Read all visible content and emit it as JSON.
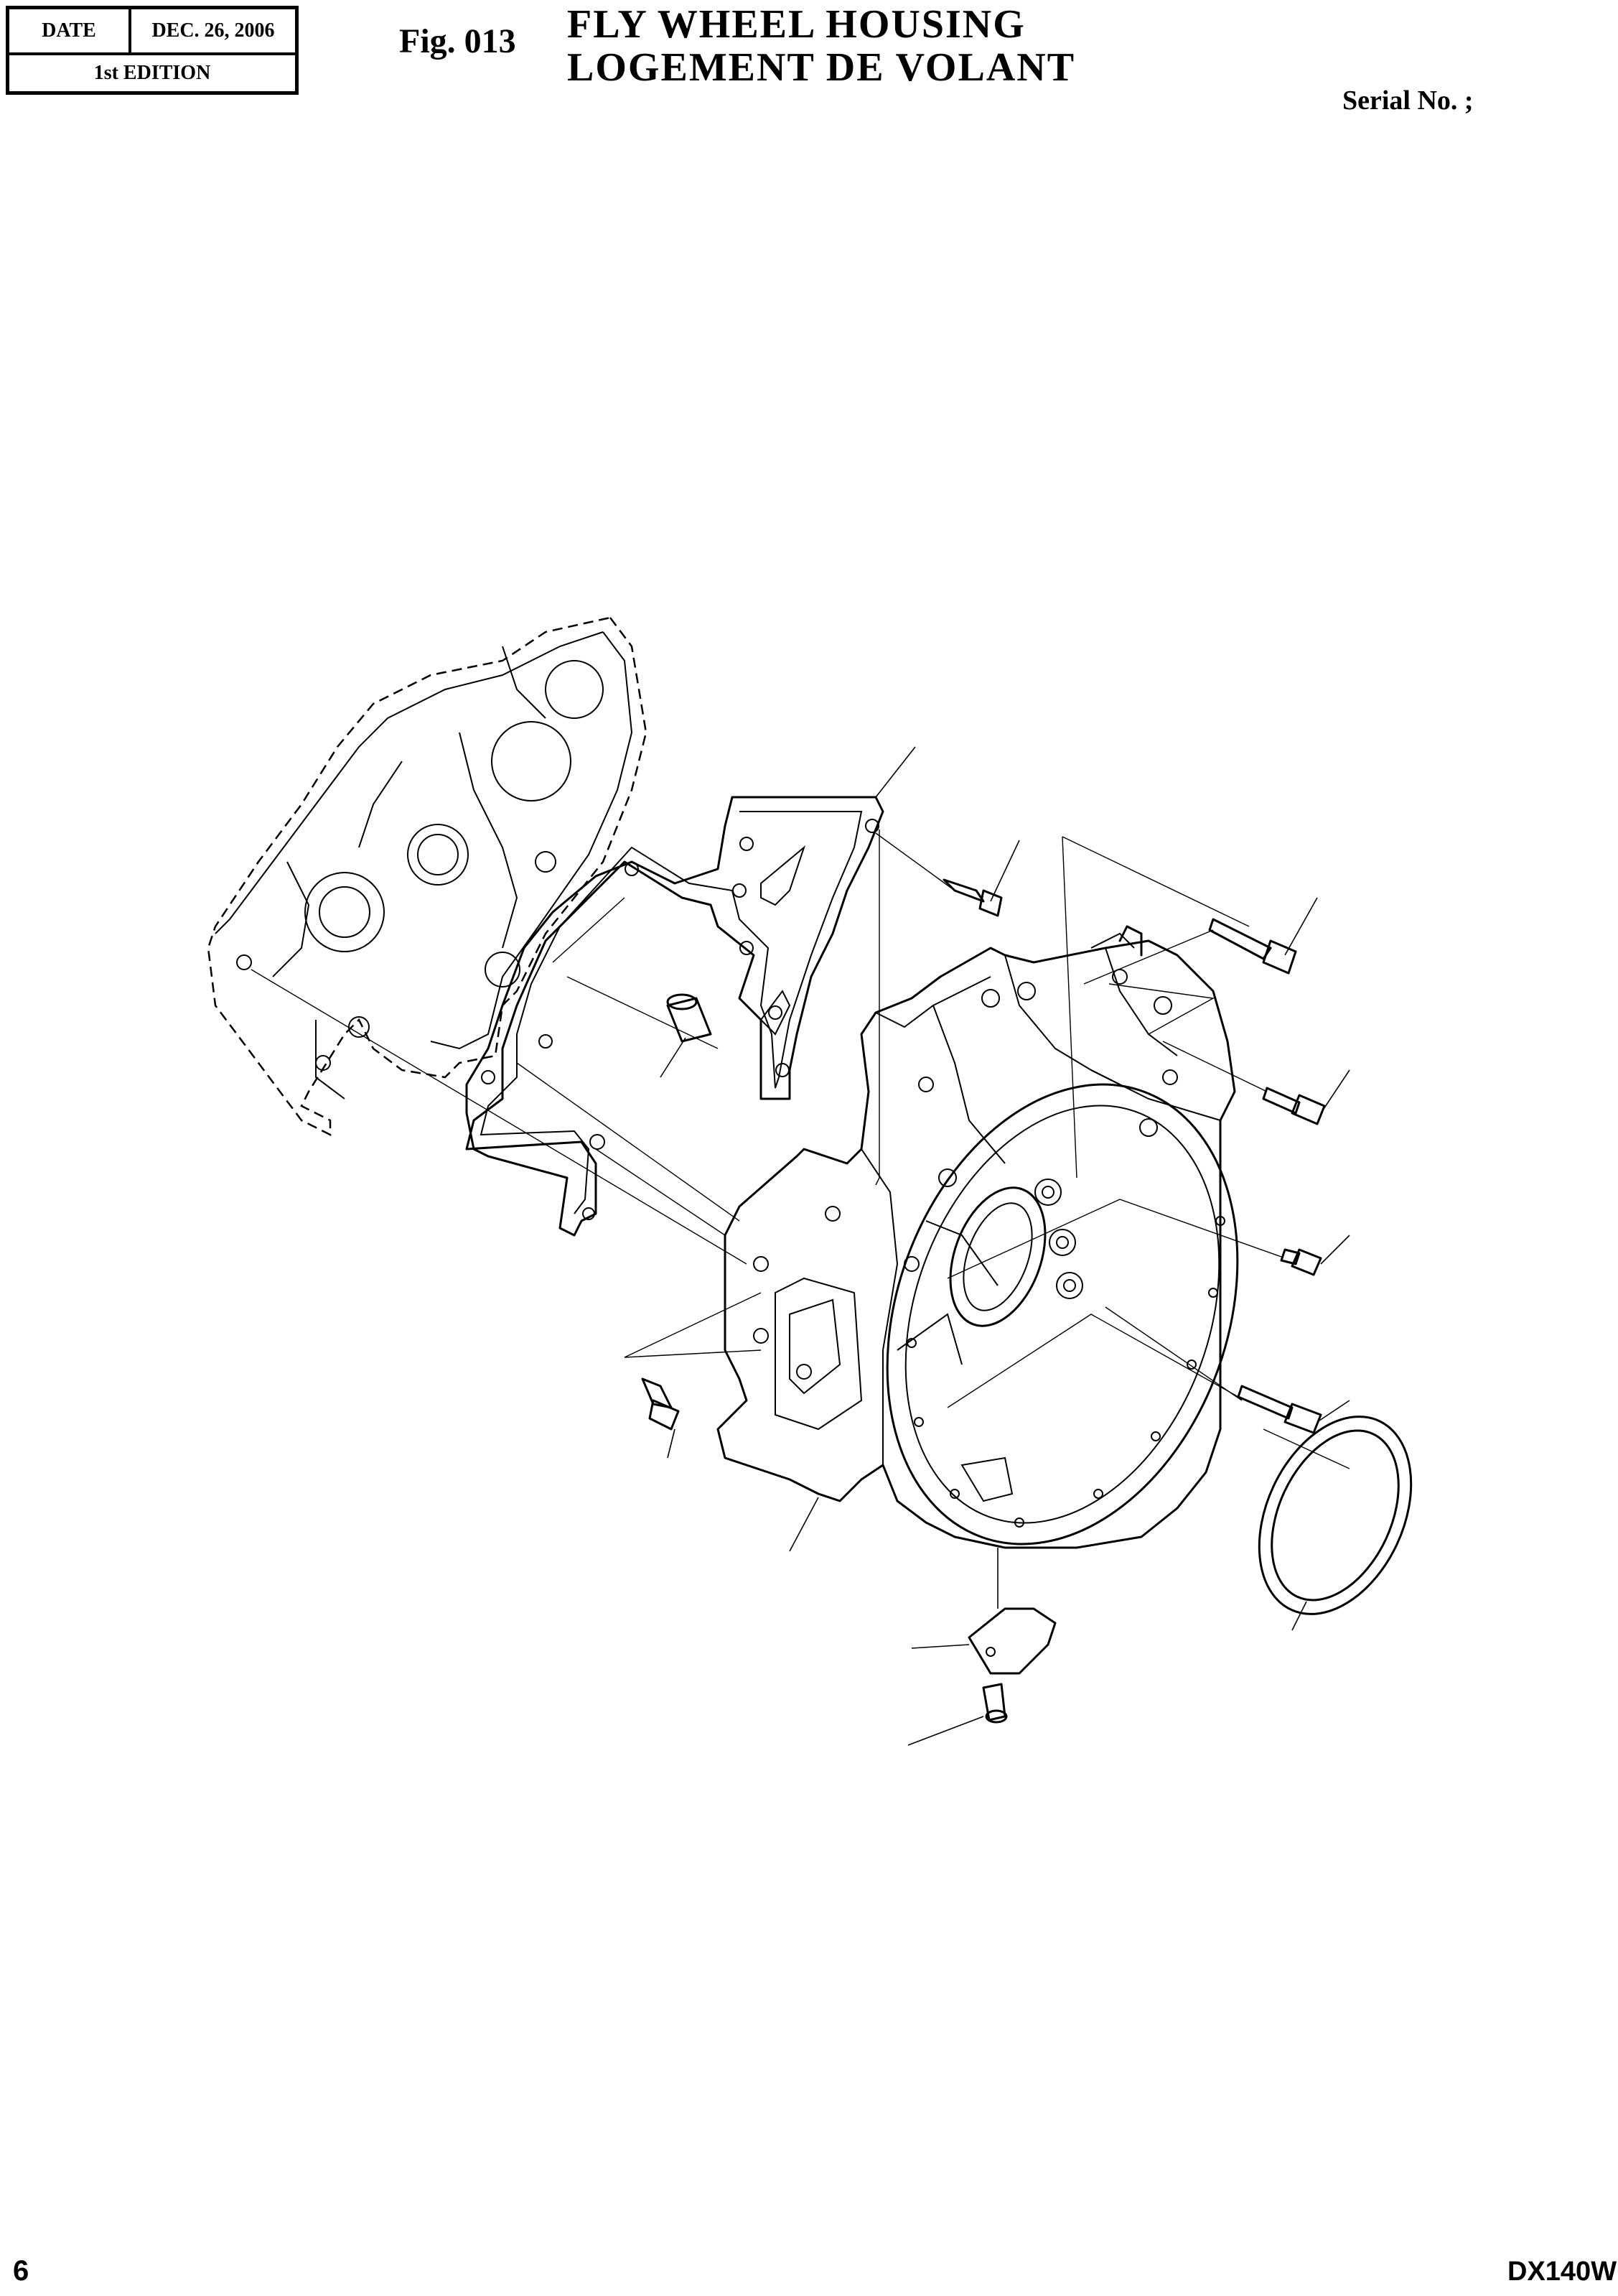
{
  "header": {
    "date_label": "DATE",
    "date_value": "DEC. 26, 2006",
    "edition": "1st EDITION"
  },
  "figure": {
    "label": "Fig. 013",
    "title_en": "FLY WHEEL HOUSING",
    "title_fr": "LOGEMENT DE VOLANT"
  },
  "serial": "Serial No. ;",
  "footer": {
    "page_number": "6",
    "model": "DX140W"
  },
  "icons": [
    "flywheel-housing-exploded-diagram"
  ]
}
